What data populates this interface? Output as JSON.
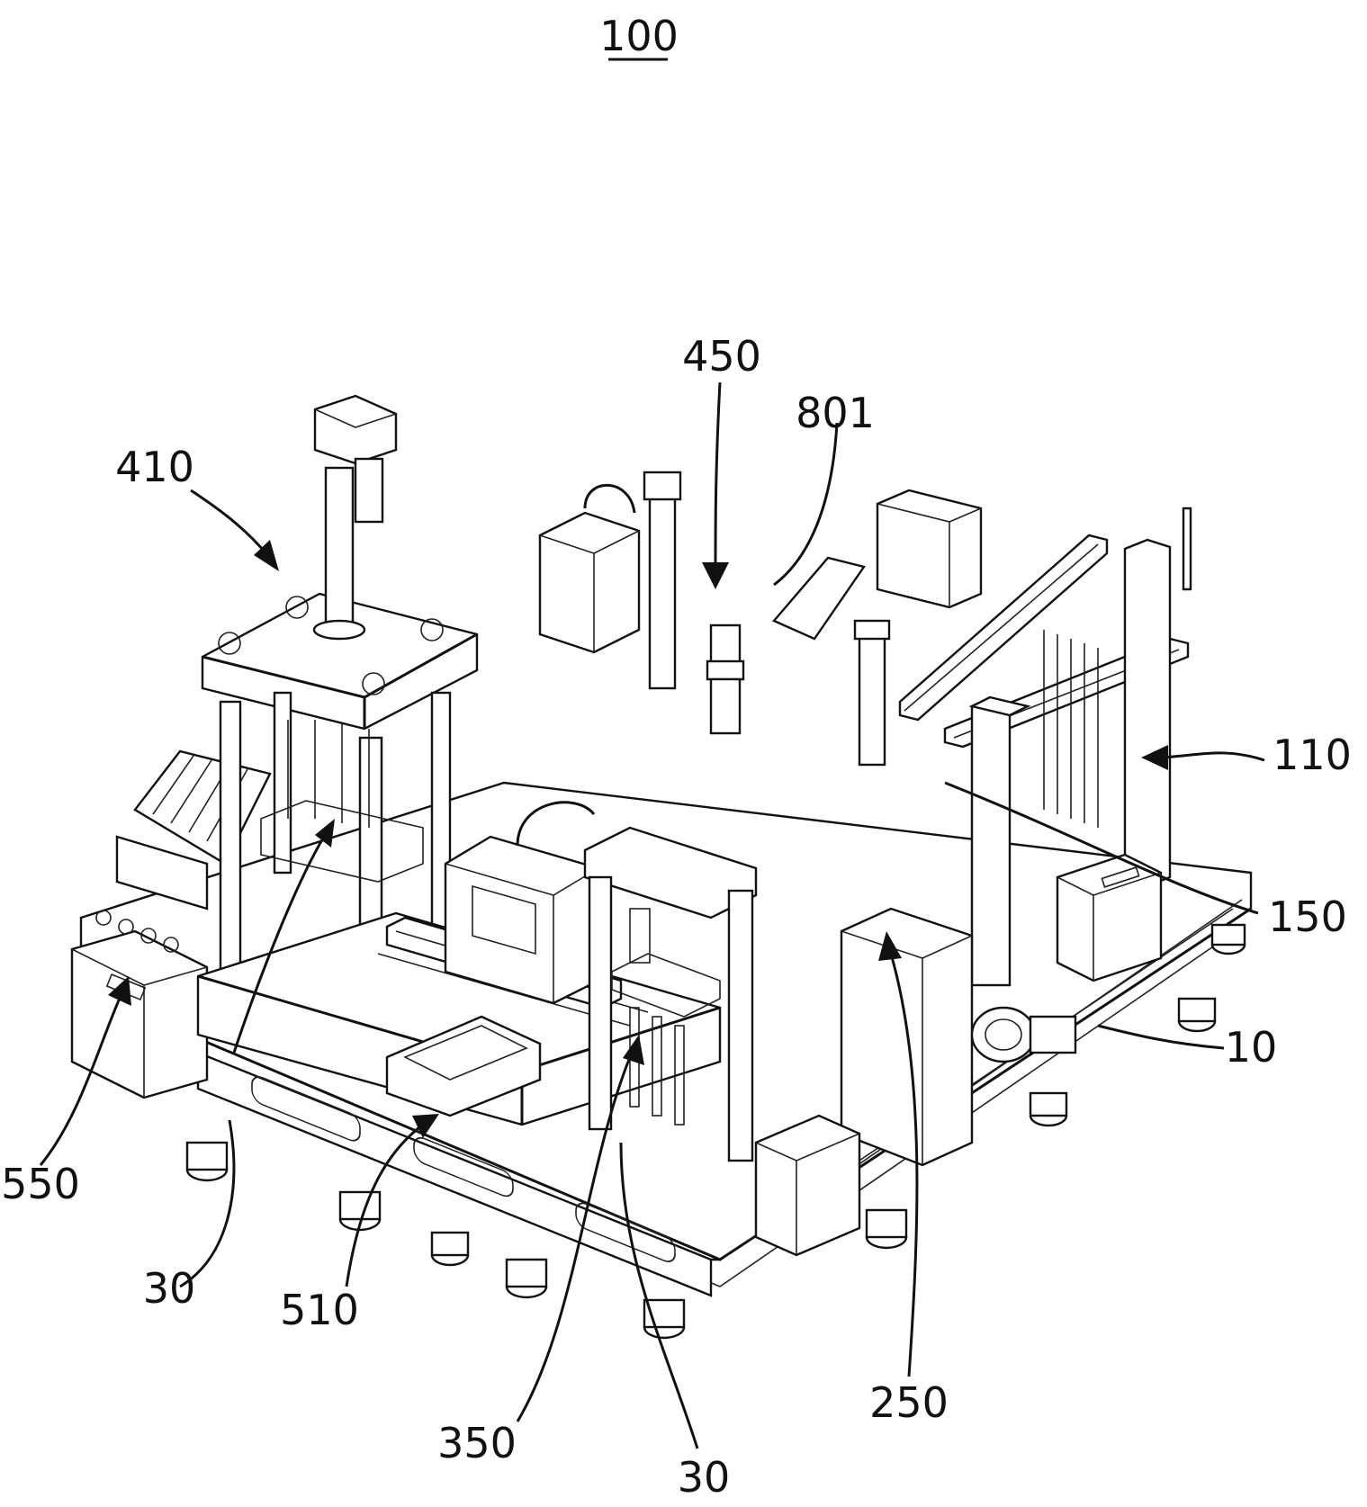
{
  "figure": {
    "number": "100",
    "labels": {
      "l410": "410",
      "l450": "450",
      "l801": "801",
      "l110": "110",
      "l150": "150",
      "l10": "10",
      "l550": "550",
      "l30a": "30",
      "l510": "510",
      "l350": "350",
      "l30b": "30",
      "l250": "250"
    }
  }
}
